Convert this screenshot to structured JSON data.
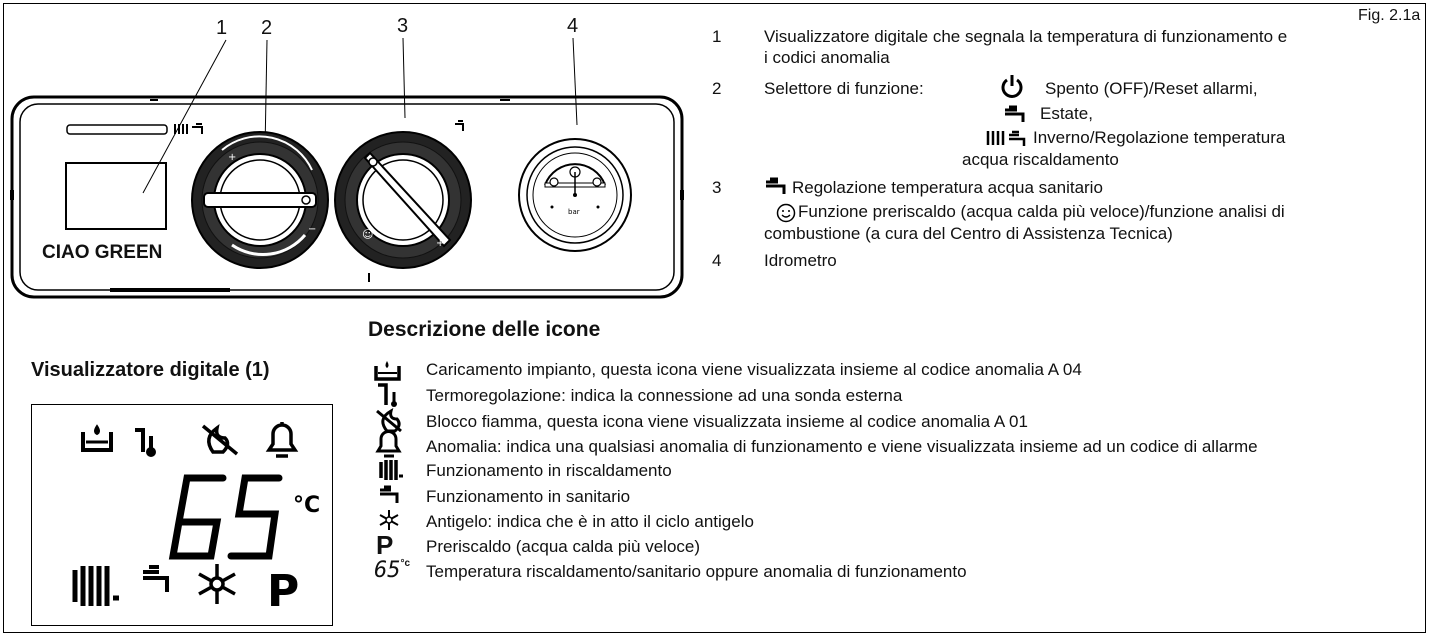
{
  "figure": {
    "ref": "Fig. 2.1a"
  },
  "panel": {
    "brand": "CIAO GREEN",
    "callouts": [
      "1",
      "2",
      "3",
      "4"
    ],
    "gauge_unit": "bar"
  },
  "legend": {
    "items": [
      {
        "num": "1",
        "lines": [
          "Visualizzatore digitale che segnala la temperatura di funzionamento e",
          "i codici anomalia"
        ]
      },
      {
        "num": "2",
        "label": "Selettore di funzione:",
        "off": "Spento (OFF)/Reset allarmi,",
        "summer": "Estate,",
        "winter": "Inverno/Regolazione temperatura",
        "winter2": "acqua riscaldamento"
      },
      {
        "num": "3",
        "line1": "Regolazione temperatura acqua sanitario",
        "line2": "Funzione preriscaldo (acqua calda più veloce)/funzione analisi di",
        "line3": "combustione (a cura del Centro di Assistenza Tecnica)"
      },
      {
        "num": "4",
        "line1": "Idrometro"
      }
    ]
  },
  "display": {
    "title": "Visualizzatore digitale (1)",
    "temp_value": "65",
    "temp_unit": "°C",
    "p_letter": "P"
  },
  "icons_section": {
    "title": "Descrizione delle icone",
    "rows": [
      {
        "icon": "system-fill-icon",
        "text": "Caricamento impianto, questa icona viene visualizzata insieme al codice anomalia A 04"
      },
      {
        "icon": "thermoregulation-icon",
        "text": "Termoregolazione: indica la connessione ad una sonda esterna"
      },
      {
        "icon": "flame-block-icon",
        "text": "Blocco fiamma, questa icona viene visualizzata insieme al codice anomalia A 01"
      },
      {
        "icon": "bell-icon",
        "text": "Anomalia: indica una qualsiasi anomalia di funzionamento e viene visualizzata  insieme ad un codice di allarme"
      },
      {
        "icon": "radiator-icon",
        "text": "Funzionamento in riscaldamento"
      },
      {
        "icon": "tap-icon",
        "text": "Funzionamento in sanitario"
      },
      {
        "icon": "snowflake-icon",
        "text": "Antigelo: indica che è in atto il ciclo antigelo"
      },
      {
        "icon": "preheat-p-icon",
        "text": "Preriscaldo (acqua calda più veloce)",
        "glyph": "P"
      },
      {
        "icon": "temperature-digits-icon",
        "text": "Temperatura riscaldamento/sanitario oppure anomalia di funzionamento",
        "glyph": "65",
        "unit": "°c"
      }
    ]
  }
}
